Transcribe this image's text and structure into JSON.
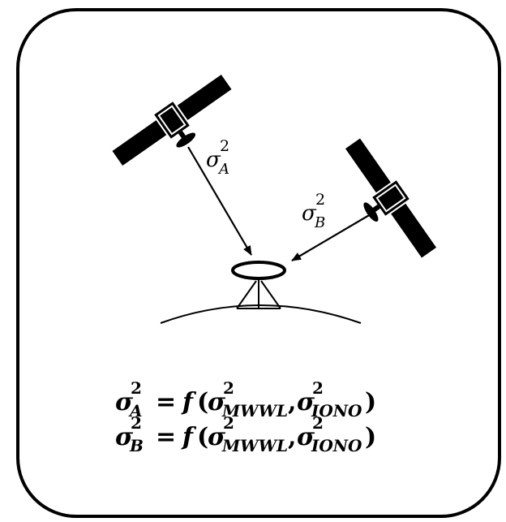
{
  "diagram": {
    "satellite_a_label": {
      "base": "σ",
      "sup": "2",
      "sub": "A"
    },
    "satellite_b_label": {
      "base": "σ",
      "sup": "2",
      "sub": "B"
    },
    "equations": [
      {
        "lhs_base": "σ",
        "lhs_sup": "2",
        "lhs_sub": "A",
        "equals": "=",
        "func": "f",
        "open": "(",
        "arg1_base": "σ",
        "arg1_sup": "2",
        "arg1_sub": "MWWL",
        "comma": ",",
        "arg2_base": "σ",
        "arg2_sup": "2",
        "arg2_sub": "IONO",
        "close": ")"
      },
      {
        "lhs_base": "σ",
        "lhs_sup": "2",
        "lhs_sub": "B",
        "equals": "=",
        "func": "f",
        "open": "(",
        "arg1_base": "σ",
        "arg1_sup": "2",
        "arg1_sub": "MWWL",
        "comma": ",",
        "arg2_base": "σ",
        "arg2_sup": "2",
        "arg2_sub": "IONO",
        "close": ")"
      }
    ]
  }
}
